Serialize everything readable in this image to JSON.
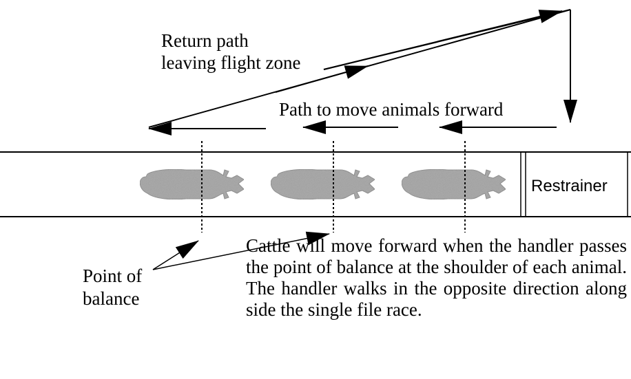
{
  "labels": {
    "return_path_line1": "Return path",
    "return_path_line2": "leaving flight zone",
    "forward_path": "Path to move animals forward",
    "restrainer": "Restrainer",
    "point_of_balance_line1": "Point of",
    "point_of_balance_line2": "balance"
  },
  "caption": "Cattle will move forward when the handler passes the point of balance at the shoulder of each animal.  The handler walks in the opposite direction along side the single file race.",
  "colors": {
    "line": "#000000",
    "cattle_fill": "#a8a8a8",
    "cattle_speckle": "#6a6a6a"
  }
}
